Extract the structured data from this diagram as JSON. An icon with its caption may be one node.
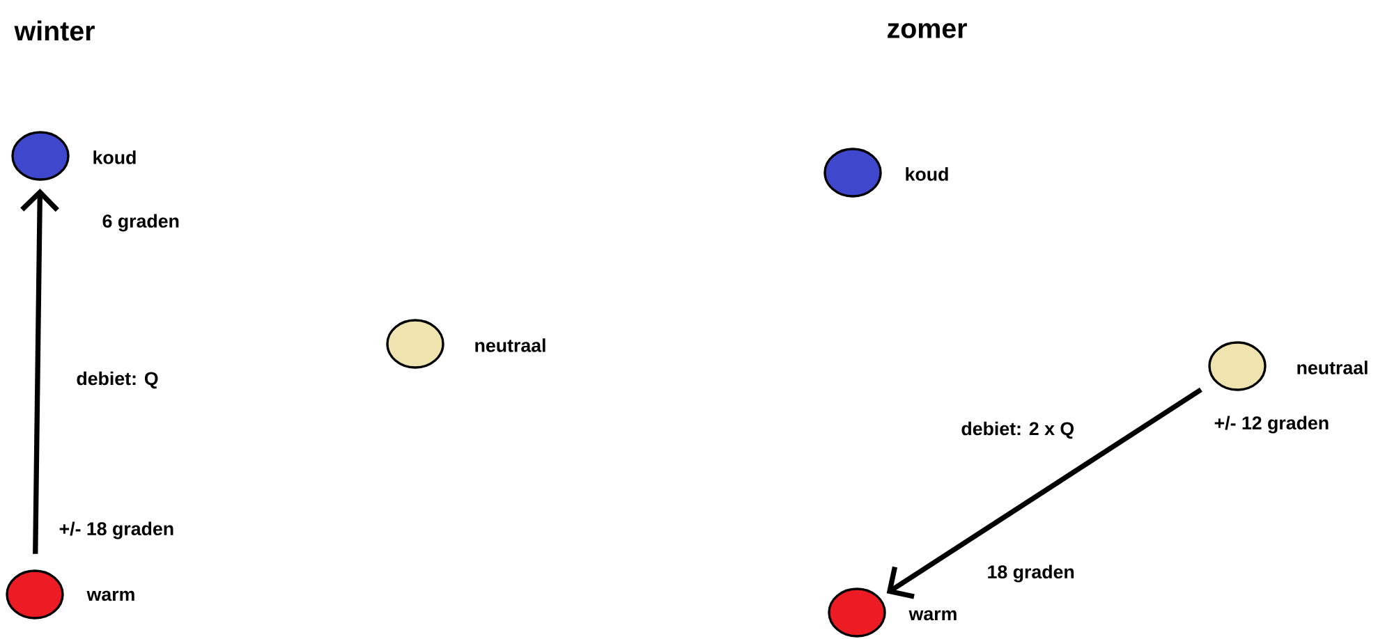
{
  "diagram": {
    "nodes": [
      {
        "text": [],
        "shape": "circle",
        "beside": [
          "koud"
        ]
      },
      {
        "text": [],
        "shape": "circle",
        "beside": [
          "neutraal"
        ]
      },
      {
        "text": [],
        "shape": "circle",
        "beside": [
          "warm"
        ]
      },
      {
        "text": [],
        "shape": "circle",
        "beside": [
          "koud"
        ]
      },
      {
        "text": [],
        "shape": "circle",
        "beside": [
          "neutraal"
        ]
      },
      {
        "text": [],
        "shape": "circle",
        "beside": [
          "warm"
        ]
      }
    ],
    "edges": [
      {
        "from": 2,
        "to": 0,
        "arrow": "to",
        "label": "debiet: Q"
      },
      {
        "from": 4,
        "to": 5,
        "arrow": "to",
        "label": "debiet: 2 x Q"
      }
    ],
    "labels": [
      "winter",
      "zomer",
      "6 graden",
      "+/- 18 graden",
      "+/- 12 graden",
      "18 graden"
    ]
  }
}
